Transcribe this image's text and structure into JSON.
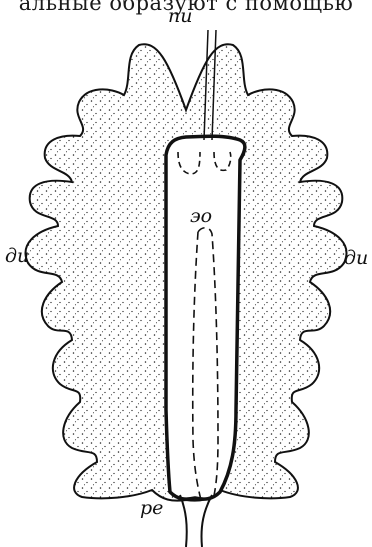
{
  "page": {
    "top_text": "альные образуют с помощью"
  },
  "labels": {
    "pi": "пи",
    "di_left": "ди",
    "di_right": "ди",
    "eo": "эо",
    "re": "ре"
  }
}
